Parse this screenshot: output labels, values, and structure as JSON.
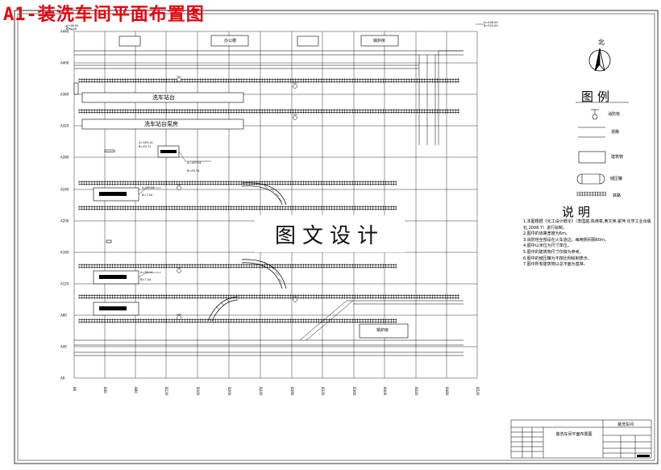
{
  "title": "A1-装洗车间平面布置图",
  "watermark": "图文设计",
  "legend": {
    "north_label": "北",
    "section_title": "图例",
    "items": [
      {
        "symbol": "hydrant-icon",
        "label": "消防栓"
      },
      {
        "symbol": "road-icon",
        "label": "道路"
      },
      {
        "symbol": "building-icon",
        "label": "建筑物"
      },
      {
        "symbol": "tank-icon",
        "label": "储压罐"
      },
      {
        "symbol": "rail-icon",
        "label": "铁路"
      }
    ]
  },
  "notes": {
    "title": "说明",
    "items": [
      "1.本图根据《化工设计概论》（李国庭,陈焕章,黄文焕,翟萍.化学工业出版社,2008.7）进行绘制。",
      "2.图中的道路宽度为6m。",
      "3.消防栓全部设在火车道边，每两侧间隔60m。",
      "4.图中以米位为尺寸单位。",
      "5.图中的建筑物尺寸仅做为参考。",
      "6.图中的储压罐为不按比例绘制表示。",
      "7.图中所有建筑物以总平面为基准。"
    ]
  },
  "plan_labels": {
    "office": "办公楼",
    "top_right_building": "锅炉房",
    "platform1": "洗车站台",
    "platform2": "洗车站台泵房",
    "bottom_right_building": "锅炉房"
  },
  "title_block": {
    "header": "装洗车间",
    "drawing_name": "装洗车间平面布置图"
  }
}
